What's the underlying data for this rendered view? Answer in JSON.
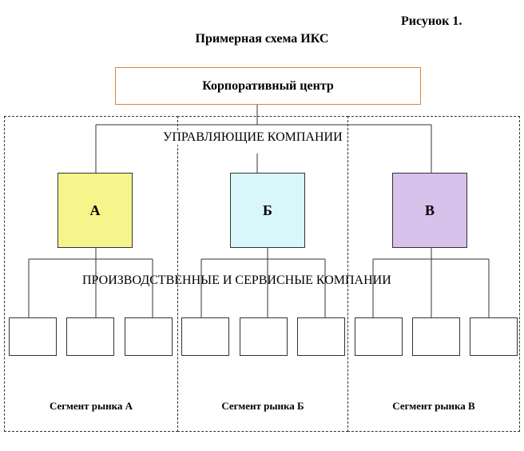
{
  "figure_label": "Рисунок 1.",
  "title": "Примерная схема ИКС",
  "corporate_center": "Корпоративный центр",
  "management_tier_label": "УПРАВЛЯЮЩИЕ КОМПАНИИ",
  "production_tier_label": "ПРОИЗВОДСТВЕННЫЕ И СЕРВИСНЫЕ КОМПАНИИ",
  "management_companies": [
    {
      "label": "А",
      "color": "#f5f58c"
    },
    {
      "label": "Б",
      "color": "#d9f6fb"
    },
    {
      "label": "В",
      "color": "#d6c2ea"
    }
  ],
  "segments": [
    {
      "label": "Сегмент рынка А"
    },
    {
      "label": "Сегмент рынка Б"
    },
    {
      "label": "Сегмент рынка В"
    }
  ],
  "colors": {
    "corporate_border": "#e0823a",
    "line": "#333333"
  }
}
